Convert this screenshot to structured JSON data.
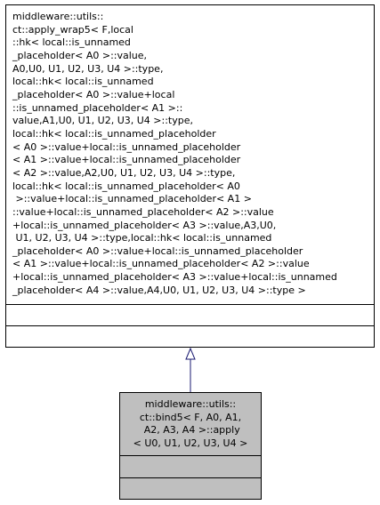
{
  "parent_class": {
    "lines": [
      "middleware::utils::",
      "ct::apply_wrap5< F,local",
      "::hk< local::is_unnamed",
      "_placeholder< A0 >::value,",
      "A0,U0, U1, U2, U3, U4 >::type,",
      "local::hk< local::is_unnamed",
      "_placeholder< A0 >::value+local",
      "::is_unnamed_placeholder< A1 >::",
      "value,A1,U0, U1, U2, U3, U4 >::type,",
      "local::hk< local::is_unnamed_placeholder",
      "< A0 >::value+local::is_unnamed_placeholder",
      "< A1 >::value+local::is_unnamed_placeholder",
      "< A2 >::value,A2,U0, U1, U2, U3, U4 >::type,",
      "local::hk< local::is_unnamed_placeholder< A0",
      " >::value+local::is_unnamed_placeholder< A1 >",
      "::value+local::is_unnamed_placeholder< A2 >::value",
      "+local::is_unnamed_placeholder< A3 >::value,A3,U0,",
      " U1, U2, U3, U4 >::type,local::hk< local::is_unnamed",
      "_placeholder< A0 >::value+local::is_unnamed_placeholder",
      "< A1 >::value+local::is_unnamed_placeholder< A2 >::value",
      "+local::is_unnamed_placeholder< A3 >::value+local::is_unnamed",
      "_placeholder< A4 >::value,A4,U0, U1, U2, U3, U4 >::type >"
    ]
  },
  "child_class": {
    "lines": [
      "middleware::utils::",
      "ct::bind5< F, A0, A1,",
      " A2, A3, A4 >::apply",
      "< U0, U1, U2, U3, U4 >"
    ]
  },
  "colors": {
    "arrow": "#191970",
    "child_fill": "#bfbfbf",
    "parent_fill": "#ffffff"
  }
}
